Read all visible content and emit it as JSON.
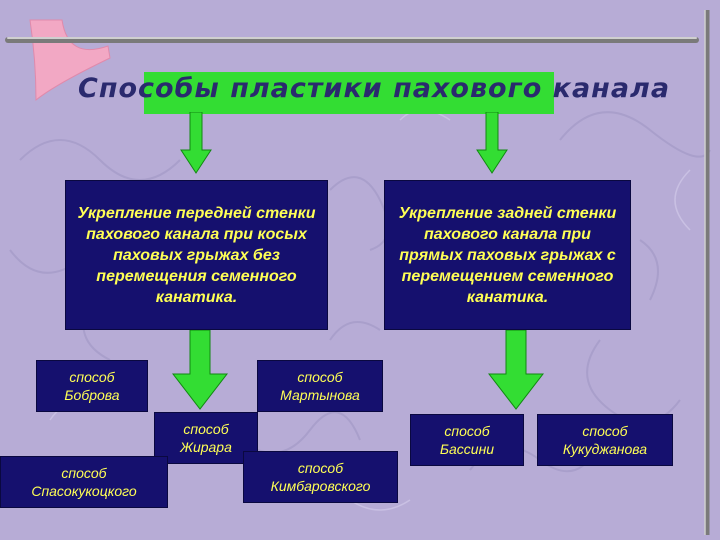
{
  "title": "Способы пластики пахового канала",
  "colors": {
    "background": "#b7acd6",
    "accent_green": "#33dd33",
    "box_fill": "#15106e",
    "box_text": "#ffff55"
  },
  "branches": [
    {
      "heading": "Укрепление передней стенки пахового канала при косых паховых грыжах без перемещения семенного канатика.",
      "methods": [
        {
          "line1": "способ",
          "line2": "Боброва"
        },
        {
          "line1": "способ",
          "line2": "Мартынова"
        },
        {
          "line1": "способ",
          "line2": "Жирара"
        },
        {
          "line1": "способ",
          "line2": "Кимбаровского"
        },
        {
          "line1": "способ",
          "line2": "Спасокукоцкого"
        }
      ]
    },
    {
      "heading": "Укрепление задней стенки пахового канала при прямых паховых грыжах с перемещением семенного канатика.",
      "methods": [
        {
          "line1": "способ",
          "line2": "Бассини"
        },
        {
          "line1": "способ",
          "line2": "Кукуджанова"
        }
      ]
    }
  ]
}
